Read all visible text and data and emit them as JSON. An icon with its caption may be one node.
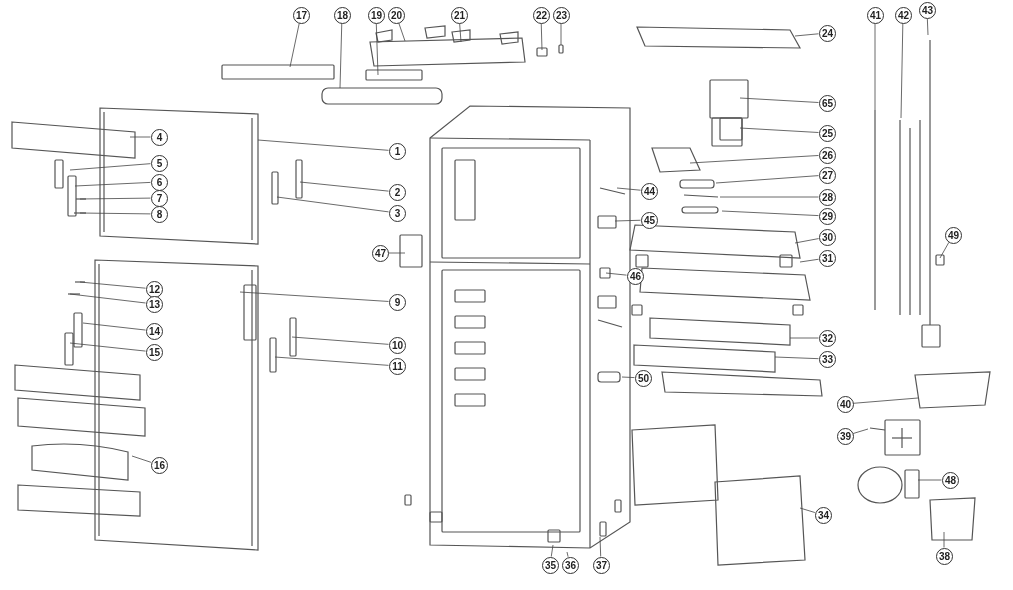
{
  "diagram": {
    "nodes": [
      {
        "text": [
          "1"
        ]
      },
      {
        "text": [
          "2"
        ]
      },
      {
        "text": [
          "3"
        ]
      },
      {
        "text": [
          "4"
        ]
      },
      {
        "text": [
          "5"
        ]
      },
      {
        "text": [
          "6"
        ]
      },
      {
        "text": [
          "7"
        ]
      },
      {
        "text": [
          "8"
        ]
      },
      {
        "text": [
          "9"
        ]
      },
      {
        "text": [
          "10"
        ]
      },
      {
        "text": [
          "11"
        ]
      },
      {
        "text": [
          "12"
        ]
      },
      {
        "text": [
          "13"
        ]
      },
      {
        "text": [
          "14"
        ]
      },
      {
        "text": [
          "15"
        ]
      },
      {
        "text": [
          "16"
        ]
      },
      {
        "text": [
          "17"
        ]
      },
      {
        "text": [
          "18"
        ]
      },
      {
        "text": [
          "19"
        ]
      },
      {
        "text": [
          "20"
        ]
      },
      {
        "text": [
          "21"
        ]
      },
      {
        "text": [
          "22"
        ]
      },
      {
        "text": [
          "23"
        ]
      },
      {
        "text": [
          "24"
        ]
      },
      {
        "text": [
          "25"
        ]
      },
      {
        "text": [
          "26"
        ]
      },
      {
        "text": [
          "27"
        ]
      },
      {
        "text": [
          "28"
        ]
      },
      {
        "text": [
          "29"
        ]
      },
      {
        "text": [
          "30"
        ]
      },
      {
        "text": [
          "31"
        ]
      },
      {
        "text": [
          "32"
        ]
      },
      {
        "text": [
          "33"
        ]
      },
      {
        "text": [
          "34"
        ]
      },
      {
        "text": [
          "35"
        ]
      },
      {
        "text": [
          "36"
        ]
      },
      {
        "text": [
          "37"
        ]
      },
      {
        "text": [
          "38"
        ]
      },
      {
        "text": [
          "39"
        ]
      },
      {
        "text": [
          "40"
        ]
      },
      {
        "text": [
          "41"
        ]
      },
      {
        "text": [
          "42"
        ]
      },
      {
        "text": [
          "43"
        ]
      },
      {
        "text": [
          "44"
        ]
      },
      {
        "text": [
          "45"
        ]
      },
      {
        "text": [
          "46"
        ]
      },
      {
        "text": [
          "47"
        ]
      },
      {
        "text": [
          "48"
        ]
      },
      {
        "text": [
          "49"
        ]
      },
      {
        "text": [
          "50"
        ]
      },
      {
        "text": [
          "65"
        ]
      }
    ],
    "edges": [
      {
        "from": 0,
        "to": null,
        "arrow": "none"
      },
      {
        "from": 1,
        "to": null,
        "arrow": "none"
      },
      {
        "from": 2,
        "to": null,
        "arrow": "none"
      },
      {
        "from": 3,
        "to": null,
        "arrow": "none"
      },
      {
        "from": 4,
        "to": null,
        "arrow": "none"
      },
      {
        "from": 5,
        "to": null,
        "arrow": "none"
      },
      {
        "from": 6,
        "to": null,
        "arrow": "none"
      },
      {
        "from": 7,
        "to": null,
        "arrow": "none"
      },
      {
        "from": 8,
        "to": null,
        "arrow": "none"
      },
      {
        "from": 9,
        "to": null,
        "arrow": "none"
      },
      {
        "from": 10,
        "to": null,
        "arrow": "none"
      },
      {
        "from": 11,
        "to": null,
        "arrow": "none"
      },
      {
        "from": 12,
        "to": null,
        "arrow": "none"
      },
      {
        "from": 13,
        "to": null,
        "arrow": "none"
      },
      {
        "from": 14,
        "to": null,
        "arrow": "none"
      },
      {
        "from": 15,
        "to": null,
        "arrow": "none"
      },
      {
        "from": 16,
        "to": null,
        "arrow": "none"
      },
      {
        "from": 17,
        "to": null,
        "arrow": "none"
      },
      {
        "from": 18,
        "to": null,
        "arrow": "none"
      },
      {
        "from": 19,
        "to": null,
        "arrow": "none"
      },
      {
        "from": 20,
        "to": null,
        "arrow": "none"
      },
      {
        "from": 21,
        "to": null,
        "arrow": "none"
      },
      {
        "from": 22,
        "to": null,
        "arrow": "none"
      },
      {
        "from": 23,
        "to": null,
        "arrow": "none"
      },
      {
        "from": 24,
        "to": null,
        "arrow": "none"
      },
      {
        "from": 25,
        "to": null,
        "arrow": "none"
      },
      {
        "from": 26,
        "to": null,
        "arrow": "none"
      },
      {
        "from": 27,
        "to": null,
        "arrow": "none"
      },
      {
        "from": 28,
        "to": null,
        "arrow": "none"
      },
      {
        "from": 29,
        "to": null,
        "arrow": "none"
      },
      {
        "from": 30,
        "to": null,
        "arrow": "none"
      },
      {
        "from": 31,
        "to": null,
        "arrow": "none"
      },
      {
        "from": 32,
        "to": null,
        "arrow": "none"
      },
      {
        "from": 33,
        "to": null,
        "arrow": "none"
      },
      {
        "from": 34,
        "to": null,
        "arrow": "none"
      },
      {
        "from": 35,
        "to": null,
        "arrow": "none"
      },
      {
        "from": 36,
        "to": null,
        "arrow": "none"
      },
      {
        "from": 37,
        "to": null,
        "arrow": "none"
      },
      {
        "from": 38,
        "to": null,
        "arrow": "none"
      },
      {
        "from": 39,
        "to": null,
        "arrow": "none"
      },
      {
        "from": 40,
        "to": null,
        "arrow": "none"
      },
      {
        "from": 41,
        "to": null,
        "arrow": "none"
      },
      {
        "from": 42,
        "to": null,
        "arrow": "none"
      },
      {
        "from": 43,
        "to": null,
        "arrow": "none"
      },
      {
        "from": 44,
        "to": null,
        "arrow": "none"
      },
      {
        "from": 45,
        "to": null,
        "arrow": "none"
      },
      {
        "from": 46,
        "to": null,
        "arrow": "none"
      },
      {
        "from": 47,
        "to": null,
        "arrow": "none"
      },
      {
        "from": 48,
        "to": null,
        "arrow": "none"
      },
      {
        "from": 49,
        "to": null,
        "arrow": "none"
      },
      {
        "from": 50,
        "to": null,
        "arrow": "none"
      }
    ]
  }
}
